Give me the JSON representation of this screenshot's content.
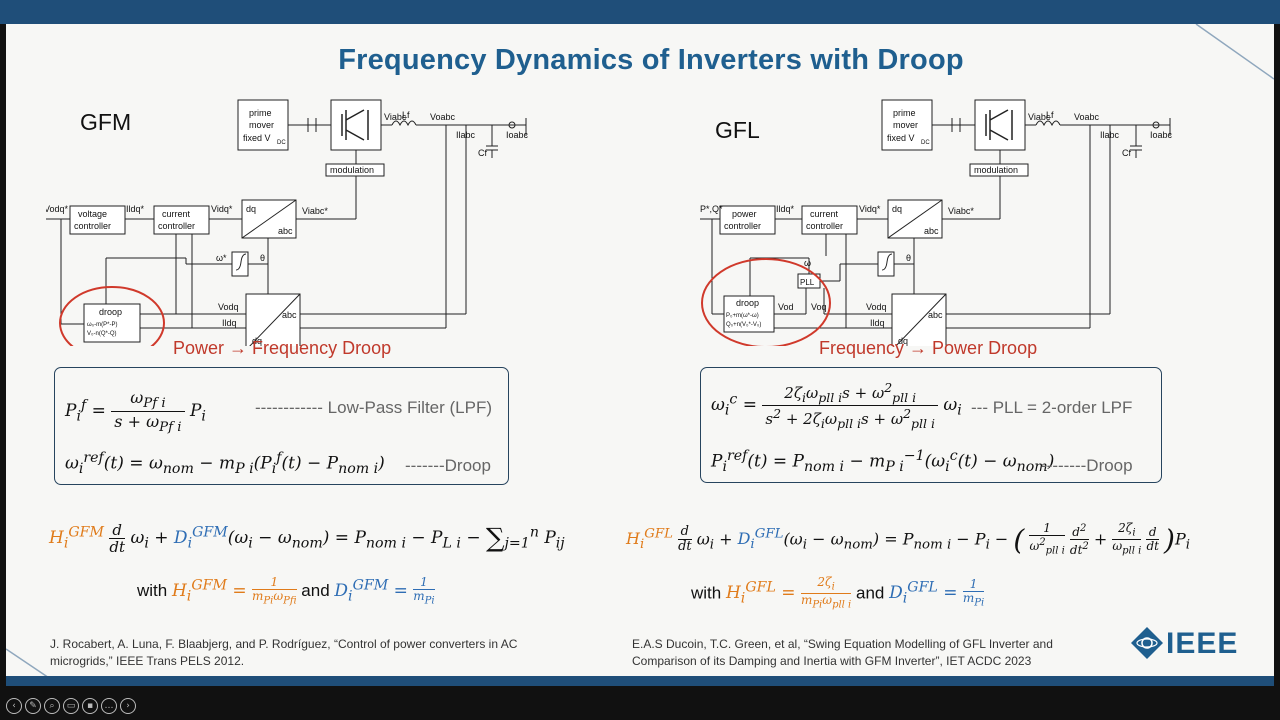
{
  "slide": {
    "title": "Frequency Dynamics of Inverters with Droop",
    "gfm": {
      "label": "GFM",
      "droop_type": "Power → Frequency Droop",
      "diagram": {
        "prime_mover": [
          "prime",
          "mover",
          "fixed V"
        ],
        "prime_mover_sub": "DC",
        "voltage_controller": [
          "voltage",
          "controller"
        ],
        "current_controller": [
          "current",
          "controller"
        ],
        "modulation": "modulation",
        "dq": "dq",
        "abc": "abc",
        "droop": "droop",
        "droop_eq1": "ω₀-m(P*-P)",
        "droop_eq2": "V₀-n(Q*-Q)",
        "v_odq": "Vodq*",
        "i_ldq_ref": "Ildq*",
        "v_idq_ref": "Vidq*",
        "v_iabc_ref": "Viabc*",
        "v_odq2": "Vodq",
        "i_ldq": "Ildq",
        "omega_star": "ω*",
        "theta": "θ",
        "v_iabc": "Viabc",
        "l_f": "Lf",
        "v_oabc": "Voabc",
        "i_labc": "Ilabc",
        "c_f": "Cf",
        "i_oabc": "Ioabc"
      },
      "eq1": "P_i^f = ω_Pfi/(s+ω_Pfi) · P_i",
      "eq1_note": "------------ Low-Pass Filter (LPF)",
      "eq2": "ω_i^ref(t) = ω_nom − m_Pi(P_i^f(t) − P_nom_i)",
      "eq2_note": "-------Droop",
      "swing_eq": "(ω_i − ω_nom) = P_nom_i − P_Li − Σ_j=1^n P_ij",
      "with": "with",
      "and": "and",
      "reference": "J. Rocabert, A. Luna, F. Blaabjerg, and P. Rodríguez, “Control of power converters in AC microgrids,” IEEE Trans PELS 2012."
    },
    "gfl": {
      "label": "GFL",
      "droop_type": "Frequency → Power Droop",
      "diagram": {
        "prime_mover": [
          "prime",
          "mover",
          "fixed V"
        ],
        "prime_mover_sub": "DC",
        "power_controller": [
          "power",
          "controller"
        ],
        "current_controller": [
          "current",
          "controller"
        ],
        "modulation": "modulation",
        "pll": "PLL",
        "dq": "dq",
        "abc": "abc",
        "droop": "droop",
        "droop_eq1": "P₀+m(ω*-ω)",
        "droop_eq2": "Q₀+n(V₀*-V₀)",
        "pq_ref": "P*,Q*",
        "i_ldq_ref": "Ildq*",
        "v_idq_ref": "Vidq*",
        "v_iabc_ref": "Viabc*",
        "v_odq2": "Vodq",
        "i_ldq": "Ildq",
        "omega": "ω",
        "theta": "θ",
        "v_od": "Vod",
        "v_oq": "Voq",
        "v_iabc": "Viabc",
        "l_f": "Lf",
        "v_oabc": "Voabc",
        "i_labc": "Ilabc",
        "c_f": "Cf",
        "i_oabc": "Ioabc"
      },
      "eq1": "ω_i^c = (2ζ_i ω_plli s + ω²_plli)/(s² + 2ζ_i ω_plli s + ω²_plli) · ω_i",
      "eq1_note": "--- PLL = 2-order LPF",
      "eq2": "P_i^ref(t) = P_nom_i − m_Pi⁻¹(ω_i^c(t) − ω_nom)",
      "eq2_note": "--------Droop",
      "swing_eq": "(ω_i − ω_nom) = P_nom_i − P_i − (1/ω²_plli · d²/dt² + 2ζ_i/ω_plli · d/dt) P_i",
      "with": "with",
      "and": "and",
      "reference": "E.A.S Ducoin, T.C. Green, et al, “Swing Equation Modelling of GFL Inverter and Comparison of its Damping and Inertia with GFM Inverter”, IET ACDC 2023"
    },
    "logo": "IEEE"
  },
  "colors": {
    "title": "#1f5f8f",
    "droop_red": "#c0392b",
    "inertia_orange": "#e07b1a",
    "damping_blue": "#2e6db4",
    "frame_blue": "#1f4e79"
  },
  "toolbar": {
    "icons": [
      "back-icon",
      "pen-icon",
      "zoom-icon",
      "cc-icon",
      "camera-icon",
      "more-icon",
      "forward-icon"
    ]
  }
}
